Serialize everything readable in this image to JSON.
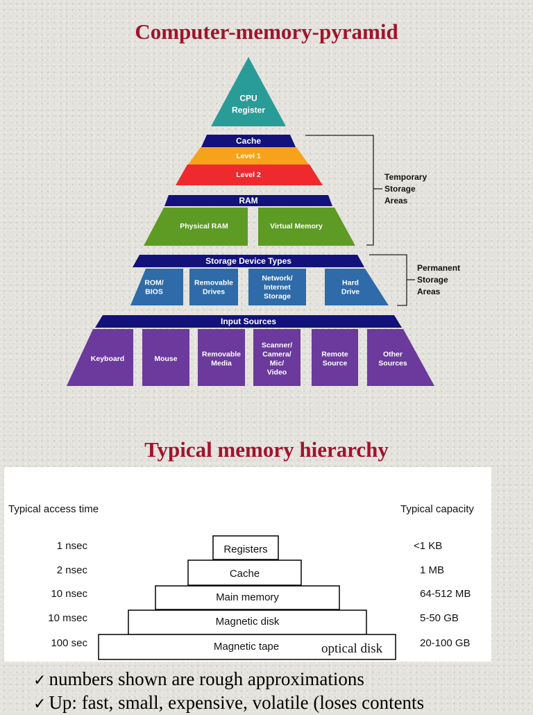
{
  "titles": {
    "pyramid": "Computer-memory-pyramid",
    "hierarchy": "Typical memory hierarchy"
  },
  "pyramid": {
    "cpu": [
      "CPU",
      "Register"
    ],
    "cache": {
      "header": "Cache",
      "level1": "Level 1",
      "level2": "Level 2"
    },
    "ram": {
      "header": "RAM",
      "physical": "Physical RAM",
      "virtual": "Virtual Memory"
    },
    "storage": {
      "header": "Storage Device Types",
      "items": [
        [
          "ROM/",
          "BIOS"
        ],
        [
          "Removable",
          "Drives"
        ],
        [
          "Network/",
          "Internet",
          "Storage"
        ],
        [
          "Hard",
          "Drive"
        ]
      ]
    },
    "input": {
      "header": "Input Sources",
      "items": [
        [
          "Keyboard"
        ],
        [
          "Mouse"
        ],
        [
          "Removable",
          "Media"
        ],
        [
          "Scanner/",
          "Camera/",
          "Mic/",
          "Video"
        ],
        [
          "Remote",
          "Source"
        ],
        [
          "Other",
          "Sources"
        ]
      ]
    },
    "temporary_label": [
      "Temporary",
      "Storage",
      "Areas"
    ],
    "permanent_label": [
      "Permanent",
      "Storage",
      "Areas"
    ],
    "colors": {
      "teal": "#2a9c98",
      "navy": "#12127a",
      "orange": "#f7a21b",
      "red": "#ee2a2f",
      "green": "#5d9b25",
      "blue": "#2e6ba8",
      "purple": "#6b3a9c"
    }
  },
  "hierarchy": {
    "access_header": "Typical access time",
    "capacity_header": "Typical capacity",
    "rows": [
      {
        "access": "1 nsec",
        "name": "Registers",
        "capacity": "<1 KB"
      },
      {
        "access": "2 nsec",
        "name": "Cache",
        "capacity": "1 MB"
      },
      {
        "access": "10 nsec",
        "name": "Main memory",
        "capacity": "64-512 MB"
      },
      {
        "access": "10 msec",
        "name": "Magnetic disk",
        "capacity": "5-50 GB"
      },
      {
        "access": "100 sec",
        "name": "Magnetic tape",
        "capacity": "20-100 GB"
      }
    ],
    "extra_label": "optical disk"
  },
  "notes": [
    "numbers shown are rough approximations",
    "Up: fast, small, expensive, volatile (loses contents"
  ]
}
